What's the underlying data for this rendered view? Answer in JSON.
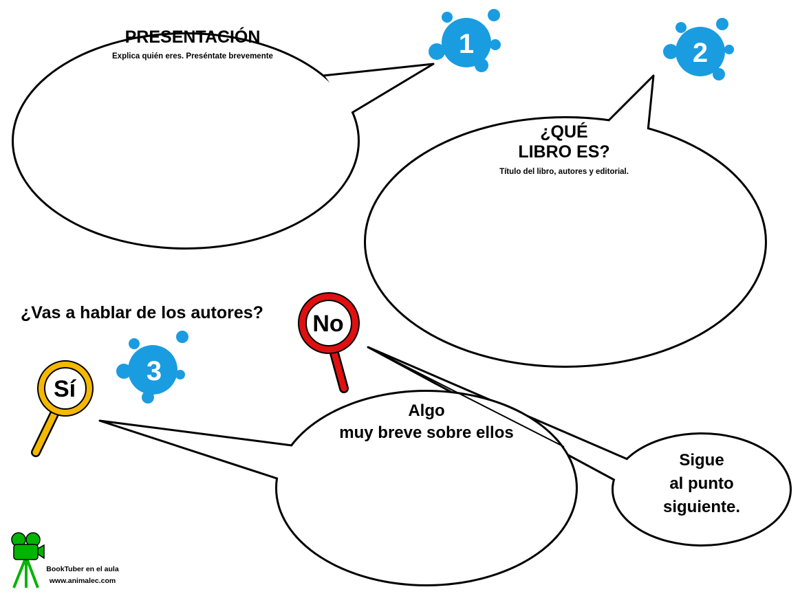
{
  "section1": {
    "number": "1",
    "title": "PRESENTACIÓN",
    "subtitle": "Explica quién eres. Preséntate brevemente"
  },
  "section2": {
    "number": "2",
    "title_line1": "¿QUÉ",
    "title_line2": "LIBRO ES?",
    "subtitle": "Título del libro, autores y editorial."
  },
  "section3": {
    "number": "3",
    "question": "¿Vas a hablar de los autores?",
    "yes_label": "Sí",
    "no_label": "No",
    "yes_bubble_line1": "Algo",
    "yes_bubble_line2": "muy breve sobre ellos",
    "no_bubble_line1": "Sigue",
    "no_bubble_line2": "al punto",
    "no_bubble_line3": "siguiente."
  },
  "footer": {
    "line1": "BookTuber en el aula",
    "line2": "www.animalec.com"
  },
  "colors": {
    "splat": "#1a9ce0",
    "yes": "#f5b800",
    "no": "#e01010",
    "camera": "#00b400"
  }
}
